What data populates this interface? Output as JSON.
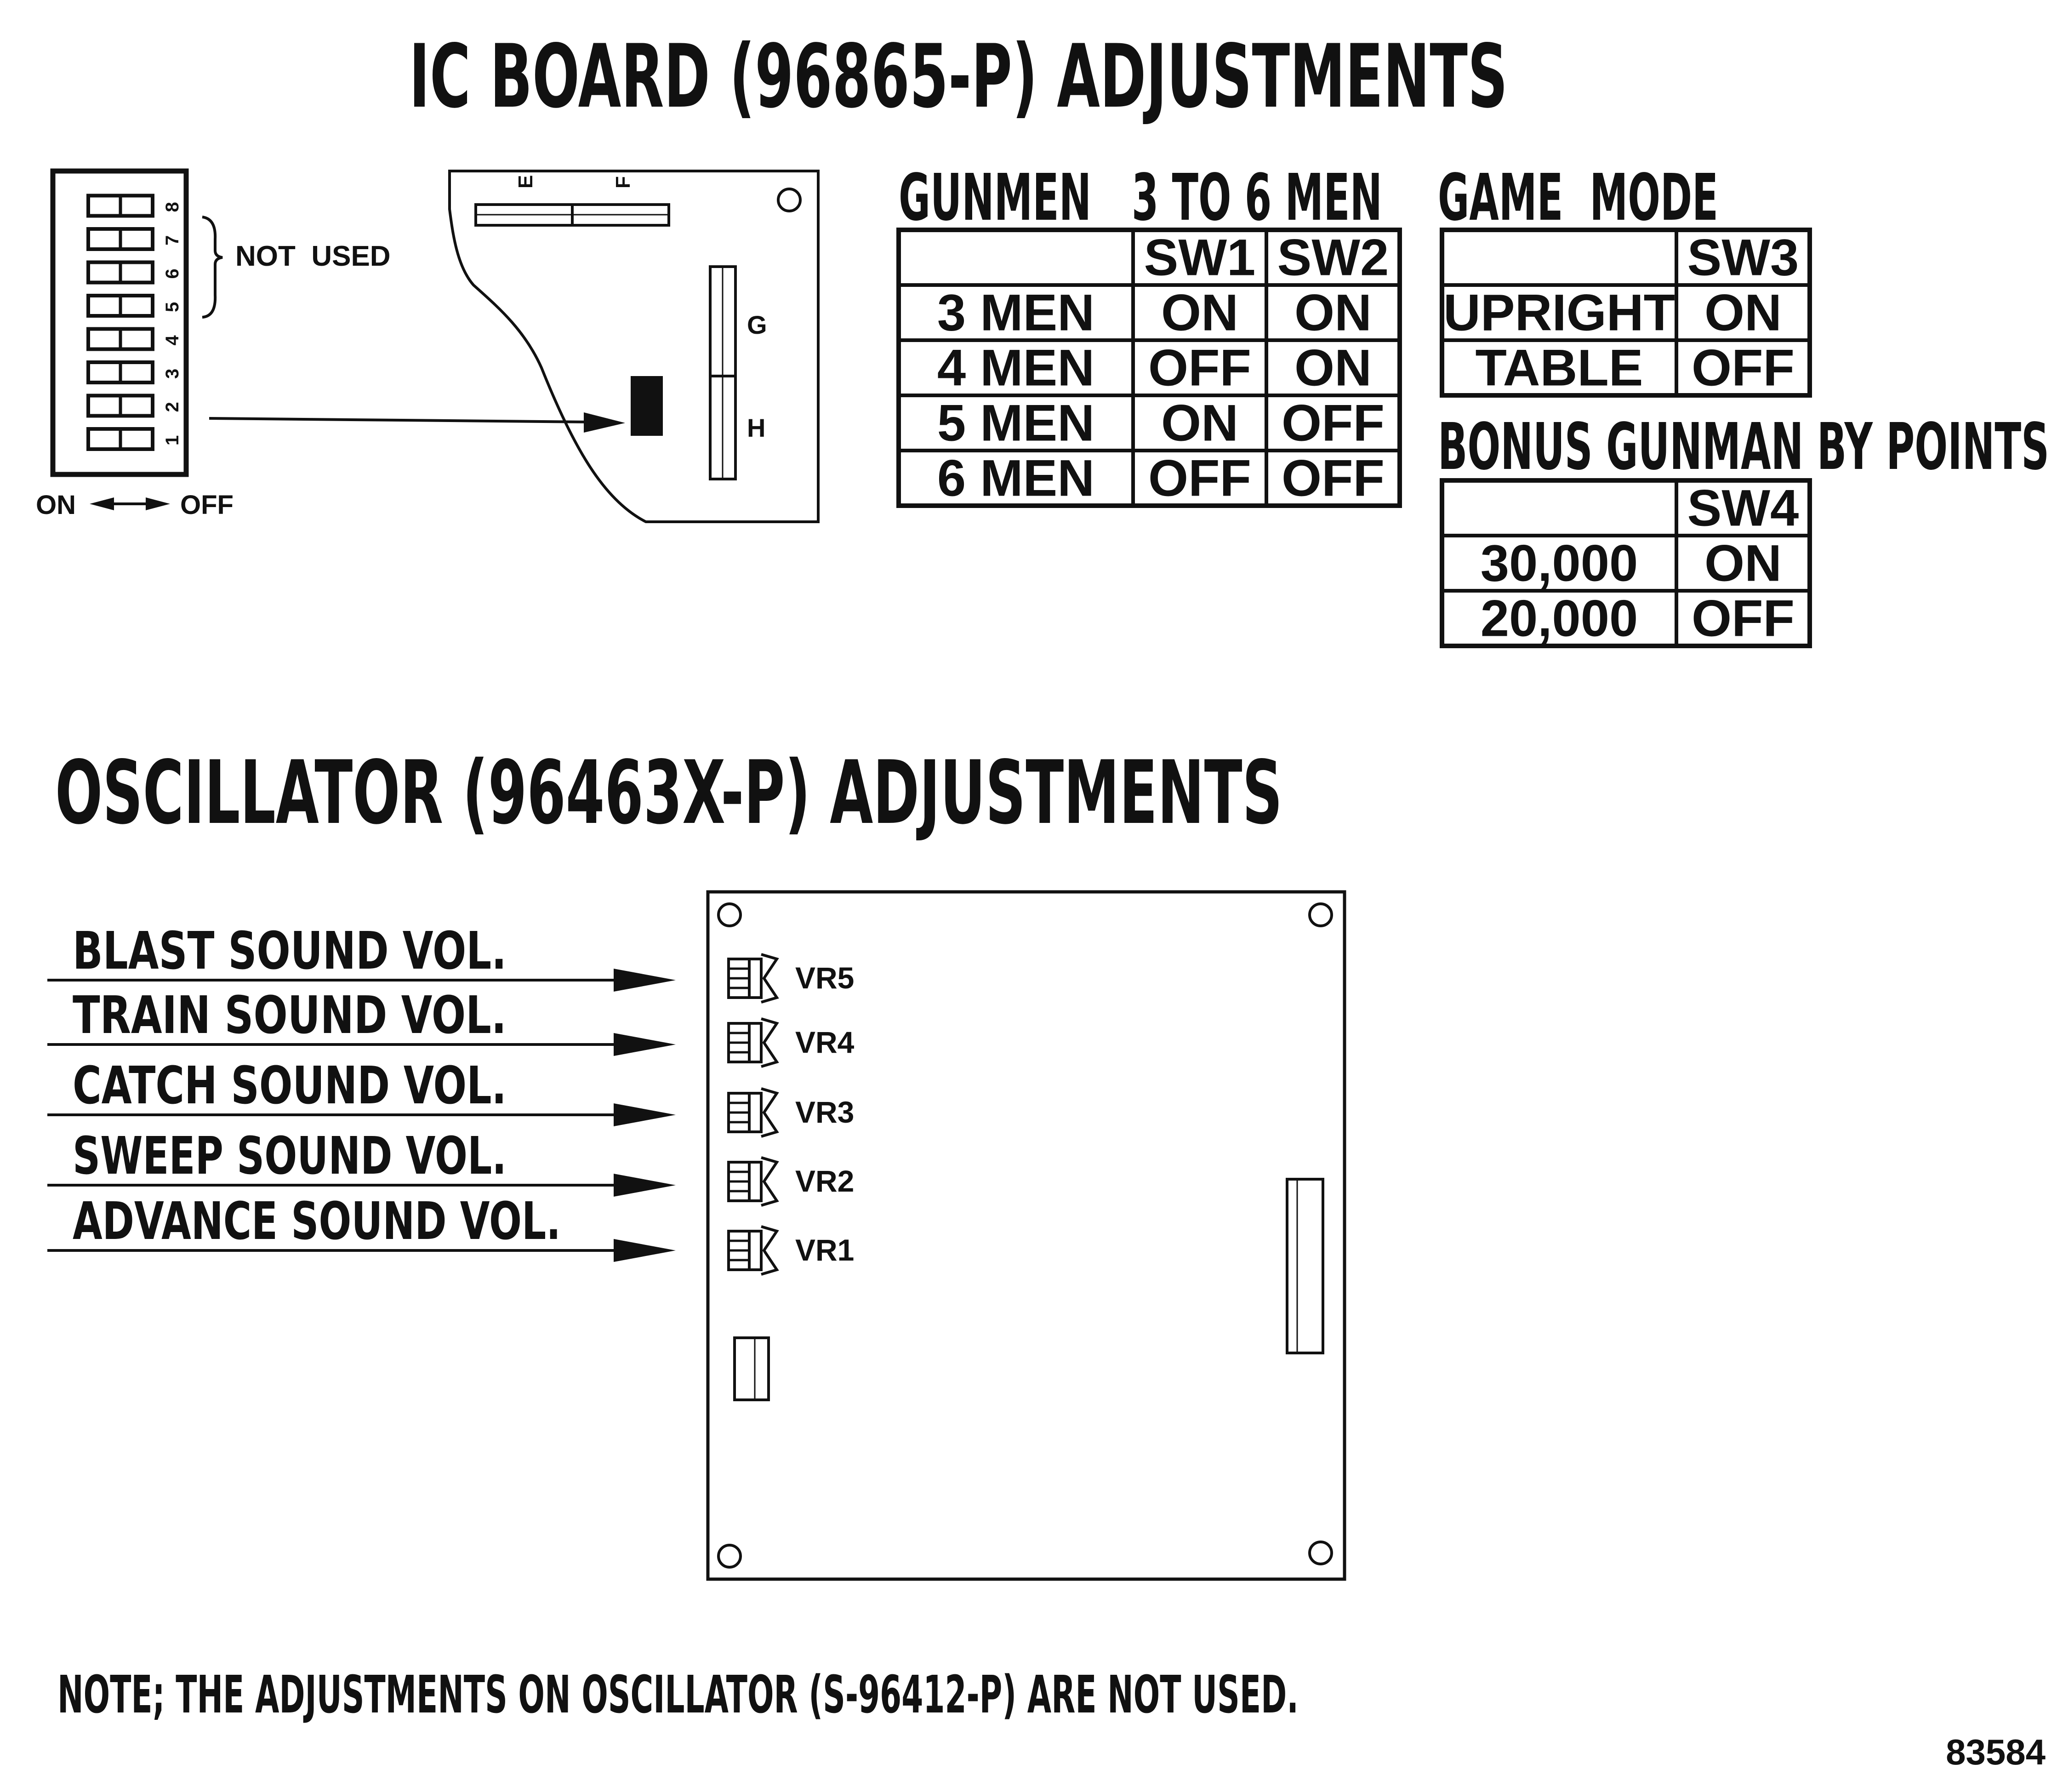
{
  "ic_board": {
    "title": "IC BOARD (96865-P) ADJUSTMENTS",
    "dip_switch": {
      "numbers": [
        "1",
        "2",
        "3",
        "4",
        "5",
        "6",
        "7",
        "8"
      ],
      "not_used_label": "NOT  USED",
      "on_label": "ON",
      "off_label": "OFF"
    },
    "board": {
      "connector_e": "E",
      "connector_f": "F",
      "connector_g": "G",
      "connector_h": "H"
    }
  },
  "gunmen_table": {
    "heading": "GUNMEN   3 TO 6 MEN",
    "header": [
      "",
      "SW1",
      "SW2"
    ],
    "rows": [
      [
        "3  MEN",
        "ON",
        "ON"
      ],
      [
        "4  MEN",
        "OFF",
        "ON"
      ],
      [
        "5  MEN",
        "ON",
        "OFF"
      ],
      [
        "6  MEN",
        "OFF",
        "OFF"
      ]
    ]
  },
  "game_mode_table": {
    "heading": "GAME  MODE",
    "header": [
      "",
      "SW3"
    ],
    "rows": [
      [
        "UPRIGHT",
        "ON"
      ],
      [
        "TABLE",
        "OFF"
      ]
    ]
  },
  "bonus_table": {
    "heading": "BONUS GUNMAN BY POINTS",
    "header": [
      "",
      "SW4"
    ],
    "rows": [
      [
        "30,000",
        "ON"
      ],
      [
        "20,000",
        "OFF"
      ]
    ]
  },
  "oscillator": {
    "title": "OSCILLATOR (96463X-P) ADJUSTMENTS",
    "controls": [
      {
        "label": "BLAST SOUND VOL.",
        "vr": "VR5"
      },
      {
        "label": "TRAIN SOUND VOL.",
        "vr": "VR4"
      },
      {
        "label": "CATCH SOUND VOL.",
        "vr": "VR3"
      },
      {
        "label": "SWEEP SOUND VOL.",
        "vr": "VR2"
      },
      {
        "label": "ADVANCE SOUND VOL.",
        "vr": "VR1"
      }
    ]
  },
  "note": "NOTE; THE ADJUSTMENTS ON OSCILLATOR (S-96412-P) ARE NOT USED.",
  "part_number": "83584"
}
